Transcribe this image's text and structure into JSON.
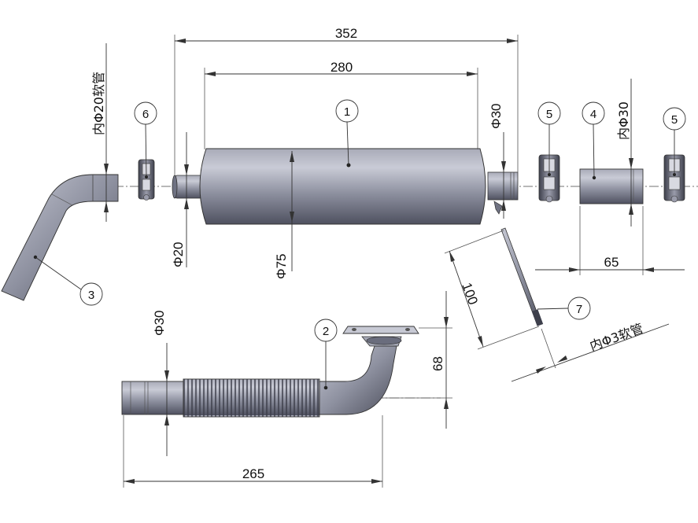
{
  "dimensions": {
    "muffler_overall_length": "352",
    "muffler_body_length": "280",
    "muffler_body_diameter": "Φ75",
    "inlet_neck_diameter": "Φ20",
    "outlet_neck_diameter": "Φ30",
    "hose_3_note": "内Φ20软管",
    "hose_4_note": "内Φ30",
    "hose_4_length": "65",
    "exhaust_pipe_height": "68",
    "exhaust_pipe_length": "265",
    "exhaust_pipe_diameter": "Φ30",
    "wire_length": "100",
    "wire_note": "内Φ3软管"
  },
  "balloons": [
    "1",
    "2",
    "3",
    "4",
    "5",
    "5",
    "6",
    "7"
  ],
  "colors": {
    "part_fill": "#8a8d9c",
    "part_light": "#c4c6d3",
    "part_dark": "#4d4f5c",
    "line": "#333333"
  }
}
